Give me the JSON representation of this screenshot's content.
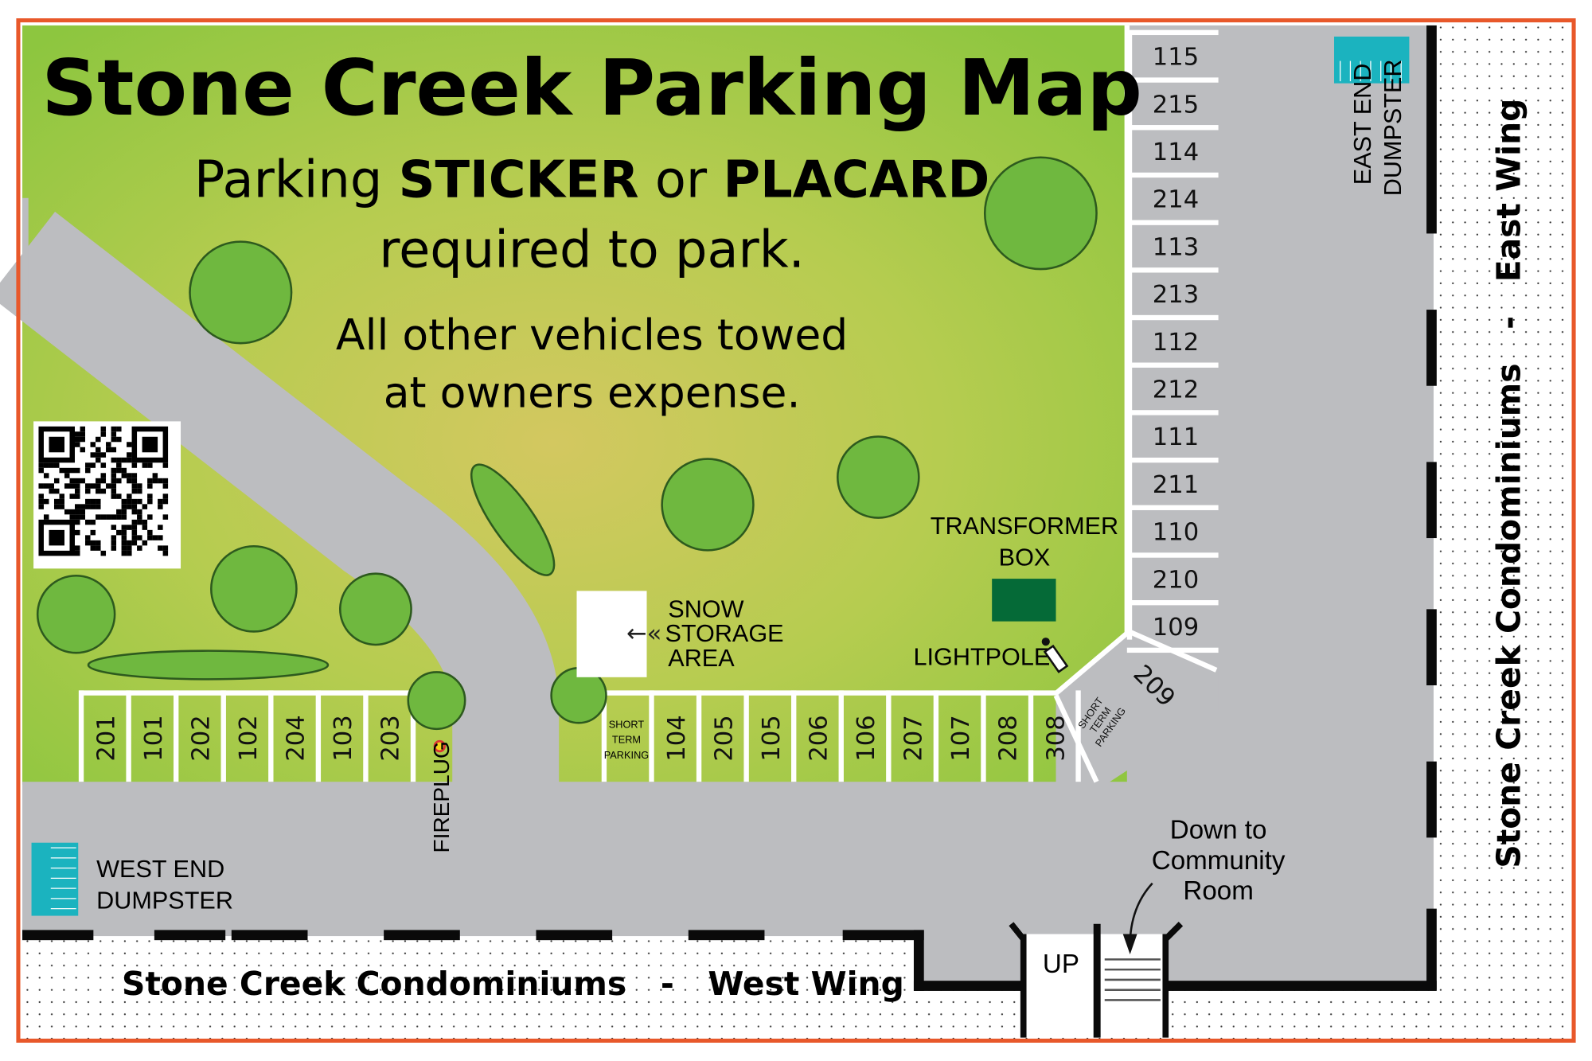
{
  "title": "Stone Creek Parking Map",
  "notice": {
    "line1_pre": "Parking ",
    "line1_b1": "STICKER",
    "line1_mid": " or ",
    "line1_b2": "PLACARD",
    "line2": "required to park.",
    "line3": "All other vehicles towed",
    "line4": "at owners expense."
  },
  "labels": {
    "snow": [
      "SNOW",
      "STORAGE",
      "AREA"
    ],
    "transformer": [
      "TRANSFORMER",
      "BOX"
    ],
    "lightpole": "LIGHTPOLE",
    "fireplug": "FIREPLUG",
    "west_dumpster": [
      "WEST END",
      "DUMPSTER"
    ],
    "east_dumpster": [
      "EAST END",
      "DUMPSTER"
    ],
    "community": [
      "Down to",
      "Community",
      "Room"
    ],
    "up": "UP",
    "short_term": [
      "SHORT",
      "TERM",
      "PARKING"
    ],
    "west_wing": "Stone Creek Condominiums   -   West Wing",
    "east_wing": "Stone Creek Condominiums   -   East Wing"
  },
  "stalls": {
    "east_column": [
      "115",
      "215",
      "114",
      "214",
      "113",
      "213",
      "112",
      "212",
      "111",
      "211",
      "110",
      "210",
      "109"
    ],
    "bottom_left": [
      "201",
      "101",
      "202",
      "102",
      "204",
      "103",
      "203"
    ],
    "bottom_right": [
      "104",
      "205",
      "105",
      "206",
      "106",
      "207",
      "107",
      "208",
      "308"
    ],
    "corner": "209"
  },
  "colors": {
    "border": "#e8582a",
    "grass": "#8dc63f",
    "grass_center": "#cfc75e",
    "pavement": "#bcbdc0",
    "dumpster": "#1bb3bf",
    "transformer": "#056a37"
  }
}
